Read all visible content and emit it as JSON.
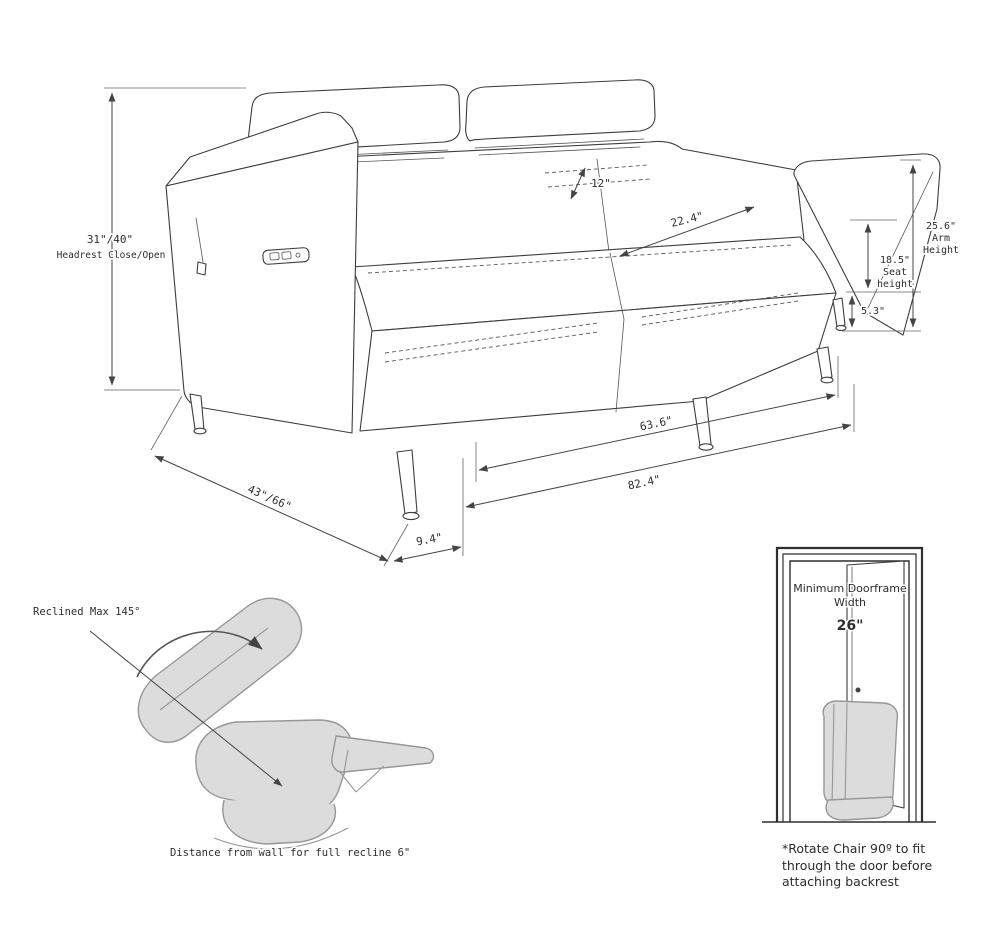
{
  "diagram": {
    "dims": {
      "headrest": "31\"/40\"",
      "headrest_label": "Headrest Close/Open",
      "back_cushion": "12\"",
      "seat_depth": "22.4\"",
      "arm_height": "25.6\"",
      "arm_height_l1": "Arm",
      "arm_height_l2": "Height",
      "seat_height": "18.5\"",
      "seat_height_l1": "Seat",
      "seat_height_l2": "height",
      "leg_height": "5.3\"",
      "inner_width": "63.6\"",
      "overall_width": "82.4\"",
      "depth": "43\"/66\"",
      "leg_inset": "9.4\""
    },
    "recliner": {
      "recline_max": "Reclined Max 145°",
      "wall_distance": "Distance from wall for full recline 6\""
    },
    "door": {
      "label_l1": "Minimum Doorframe",
      "label_l2": "Width",
      "width": "26\"",
      "note_l1": "*Rotate Chair 90º to fit",
      "note_l2": "through the door before",
      "note_l3": "attaching backrest"
    }
  }
}
